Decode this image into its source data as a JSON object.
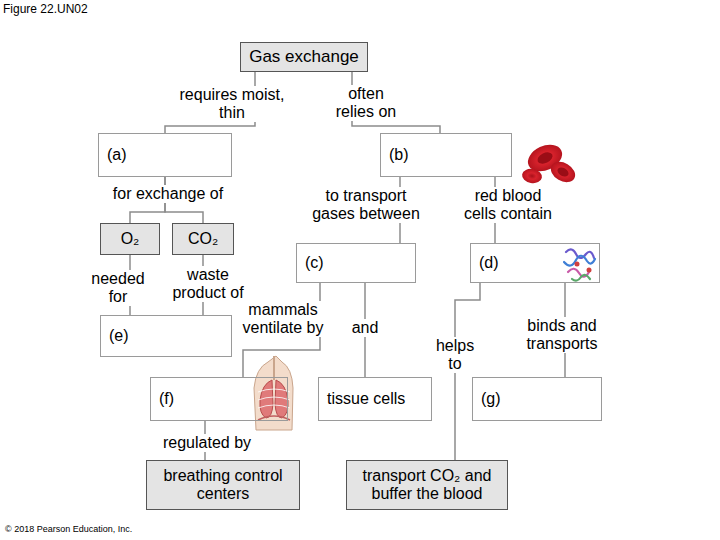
{
  "diagram": {
    "title": "Figure 22.UN02",
    "nodes": [
      {
        "text": [
          "Gas exchange"
        ]
      },
      {
        "text": [
          "(a)"
        ]
      },
      {
        "text": [
          "(b)"
        ]
      },
      {
        "text": [
          "O₂"
        ]
      },
      {
        "text": [
          "CO₂"
        ]
      },
      {
        "text": [
          "(c)"
        ]
      },
      {
        "text": [
          "(d)"
        ]
      },
      {
        "text": [
          "(e)"
        ]
      },
      {
        "text": [
          "(f)"
        ]
      },
      {
        "text": [
          "tissue cells"
        ]
      },
      {
        "text": [
          "(g)"
        ]
      },
      {
        "text": [
          "breathing control centers"
        ]
      },
      {
        "text": [
          "transport CO₂ and buffer the blood"
        ]
      }
    ],
    "edges": [
      {
        "from": 0,
        "to": 1,
        "label": "requires moist, thin",
        "arrow": "none"
      },
      {
        "from": 0,
        "to": 2,
        "label": "often relies on",
        "arrow": "none"
      },
      {
        "from": 1,
        "to": 3,
        "label": "for exchange of",
        "arrow": "none"
      },
      {
        "from": 1,
        "to": 4,
        "arrow": "none"
      },
      {
        "from": 3,
        "to": 7,
        "label": "needed for",
        "arrow": "none"
      },
      {
        "from": 4,
        "to": 7,
        "label": "waste product of",
        "arrow": "none"
      },
      {
        "from": 2,
        "to": 5,
        "label": "to transport gases between",
        "arrow": "none"
      },
      {
        "from": 2,
        "to": 6,
        "label": "red blood cells contain",
        "arrow": "none"
      },
      {
        "from": 5,
        "to": 8,
        "label": "mammals ventilate by",
        "arrow": "none"
      },
      {
        "from": 5,
        "to": 9,
        "label": "and",
        "arrow": "none"
      },
      {
        "from": 6,
        "to": 10,
        "label": "binds and transports",
        "arrow": "none"
      },
      {
        "from": 6,
        "to": 12,
        "label": "helps to",
        "arrow": "none"
      },
      {
        "from": 8,
        "to": 11,
        "label": "regulated by",
        "arrow": "none"
      }
    ],
    "labels": [
      "© 2018 Pearson Education, Inc."
    ]
  }
}
